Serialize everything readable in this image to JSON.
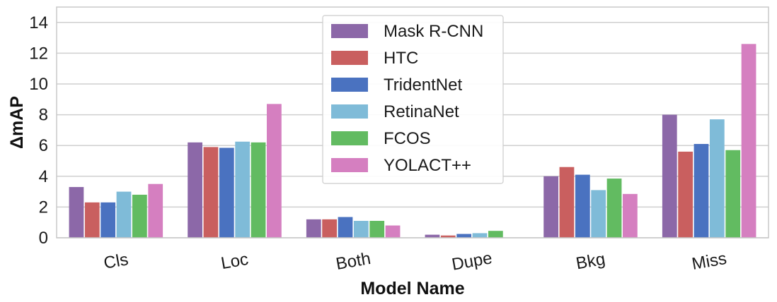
{
  "chart_data": {
    "type": "bar",
    "title": "",
    "xlabel": "Model Name",
    "ylabel": "ΔmAP",
    "ylim": [
      0,
      15
    ],
    "yticks": [
      0,
      2,
      4,
      6,
      8,
      10,
      12,
      14
    ],
    "categories": [
      "Cls",
      "Loc",
      "Both",
      "Dupe",
      "Bkg",
      "Miss"
    ],
    "series": [
      {
        "name": "Mask R-CNN",
        "color": "#8c68a8",
        "values": [
          3.3,
          6.2,
          1.2,
          0.2,
          4.0,
          8.0
        ]
      },
      {
        "name": "HTC",
        "color": "#c95f5f",
        "values": [
          2.3,
          5.9,
          1.2,
          0.15,
          4.6,
          5.6
        ]
      },
      {
        "name": "TridentNet",
        "color": "#4a72c0",
        "values": [
          2.3,
          5.85,
          1.35,
          0.25,
          4.1,
          6.1
        ]
      },
      {
        "name": "RetinaNet",
        "color": "#7fbbd8",
        "values": [
          3.0,
          6.25,
          1.1,
          0.3,
          3.1,
          7.7
        ]
      },
      {
        "name": "FCOS",
        "color": "#62bb61",
        "values": [
          2.8,
          6.2,
          1.1,
          0.45,
          3.85,
          5.7
        ]
      },
      {
        "name": "YOLACT++",
        "color": "#d57fc0",
        "values": [
          3.5,
          8.7,
          0.8,
          0.0,
          2.85,
          12.6
        ]
      }
    ],
    "grid": true,
    "legend_position": "upper-center"
  }
}
